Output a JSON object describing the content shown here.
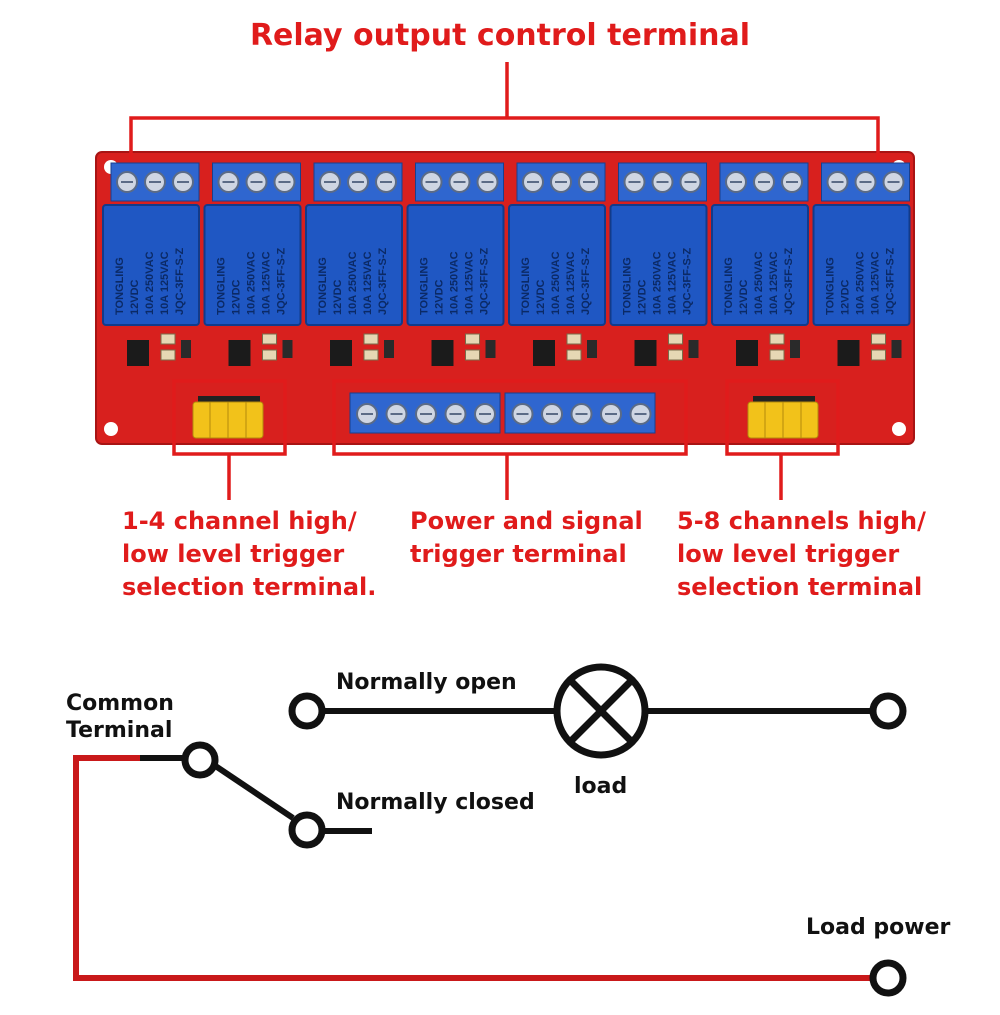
{
  "labels": {
    "relay_output": "Relay output control terminal",
    "ch14_selection": "1-4 channel high/\nlow level trigger\nselection terminal.",
    "power_signal": "Power and signal\ntrigger terminal",
    "ch58_selection": "5-8 channels high/\nlow level trigger\nselection terminal"
  },
  "circuit": {
    "common_terminal": "Common\nTerminal",
    "normally_open": "Normally open",
    "normally_closed": "Normally closed",
    "load": "load",
    "load_power": "Load power"
  },
  "board": {
    "relay_count": 8,
    "relay_brand": "TONGLING",
    "relay_model": "JQC-3FF-S-Z",
    "relay_coil": "12VDC",
    "relay_rating_1": "10A 250VAC",
    "relay_rating_2": "10A 125VAC"
  },
  "colors": {
    "annotation": "#e01b1b",
    "pcb": "#d8201e",
    "relay_body": "#1f57c3",
    "terminal_block": "#2f66cf",
    "jumper": "#f2c21a",
    "wire_red": "#c9191a",
    "wire_black": "#111111"
  }
}
